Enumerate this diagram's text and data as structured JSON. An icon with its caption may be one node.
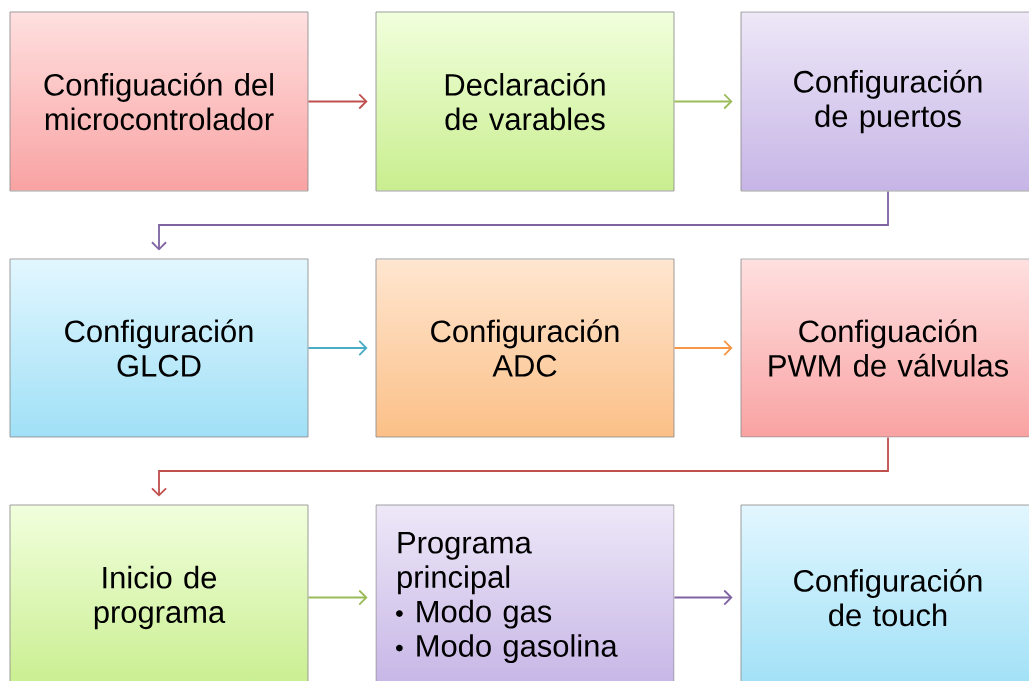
{
  "diagram": {
    "nodes": [
      {
        "text": [
          "Configuación del microcontrolador"
        ]
      },
      {
        "text": [
          "Declaración de varables"
        ]
      },
      {
        "text": [
          "Configuración de puertos"
        ]
      },
      {
        "text": [
          "Configuración GLCD"
        ]
      },
      {
        "text": [
          "Configuración ADC"
        ]
      },
      {
        "text": [
          "Configuación PWM de válvulas"
        ]
      },
      {
        "text": [
          "Inicio de programa"
        ]
      },
      {
        "text": [
          "Programa principal",
          "Modo gas",
          "Modo gasolina"
        ]
      },
      {
        "text": [
          "Configuración de touch"
        ]
      }
    ],
    "edges": [
      {
        "from": 0,
        "to": 1,
        "arrow": "to",
        "color": "#c0504d"
      },
      {
        "from": 1,
        "to": 2,
        "arrow": "to",
        "color": "#9bbb59"
      },
      {
        "from": 2,
        "to": 3,
        "arrow": "to",
        "color": "#8064a2"
      },
      {
        "from": 3,
        "to": 4,
        "arrow": "to",
        "color": "#4bacc6"
      },
      {
        "from": 4,
        "to": 5,
        "arrow": "to",
        "color": "#f79646"
      },
      {
        "from": 5,
        "to": 6,
        "arrow": "to",
        "color": "#c0504d"
      },
      {
        "from": 6,
        "to": 7,
        "arrow": "to",
        "color": "#9bbb59"
      },
      {
        "from": 7,
        "to": 8,
        "arrow": "to",
        "color": "#8064a2"
      }
    ]
  }
}
